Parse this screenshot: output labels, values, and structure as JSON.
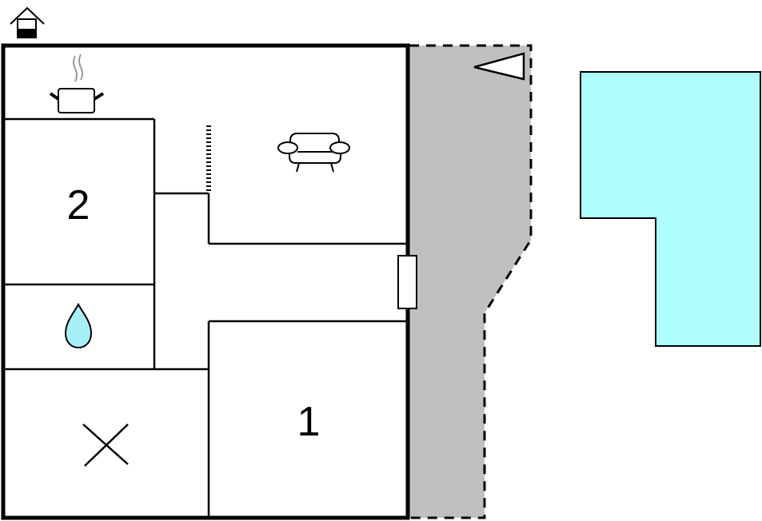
{
  "diagram": {
    "type": "floor-plan",
    "rooms": [
      {
        "id": "bedroom-2",
        "label": "2"
      },
      {
        "id": "bedroom-1",
        "label": "1"
      }
    ],
    "icons": {
      "entrance": "house-entrance-icon",
      "kitchen": "cooking-pot-icon",
      "living": "sofa-icon",
      "bathroom": "water-drop-icon",
      "storage": "x-mark-icon",
      "terrace_direction": "triangle-pointer-icon"
    },
    "areas": {
      "terrace": {
        "fill": "#c0c0c0",
        "border": "dashed"
      },
      "pool": {
        "fill": "#b0ffff"
      }
    },
    "colors": {
      "wall": "#000000",
      "terrace": "#c0c0c0",
      "pool": "#b0ffff",
      "water_drop": "#a8f0f8",
      "steam": "#999999"
    }
  }
}
